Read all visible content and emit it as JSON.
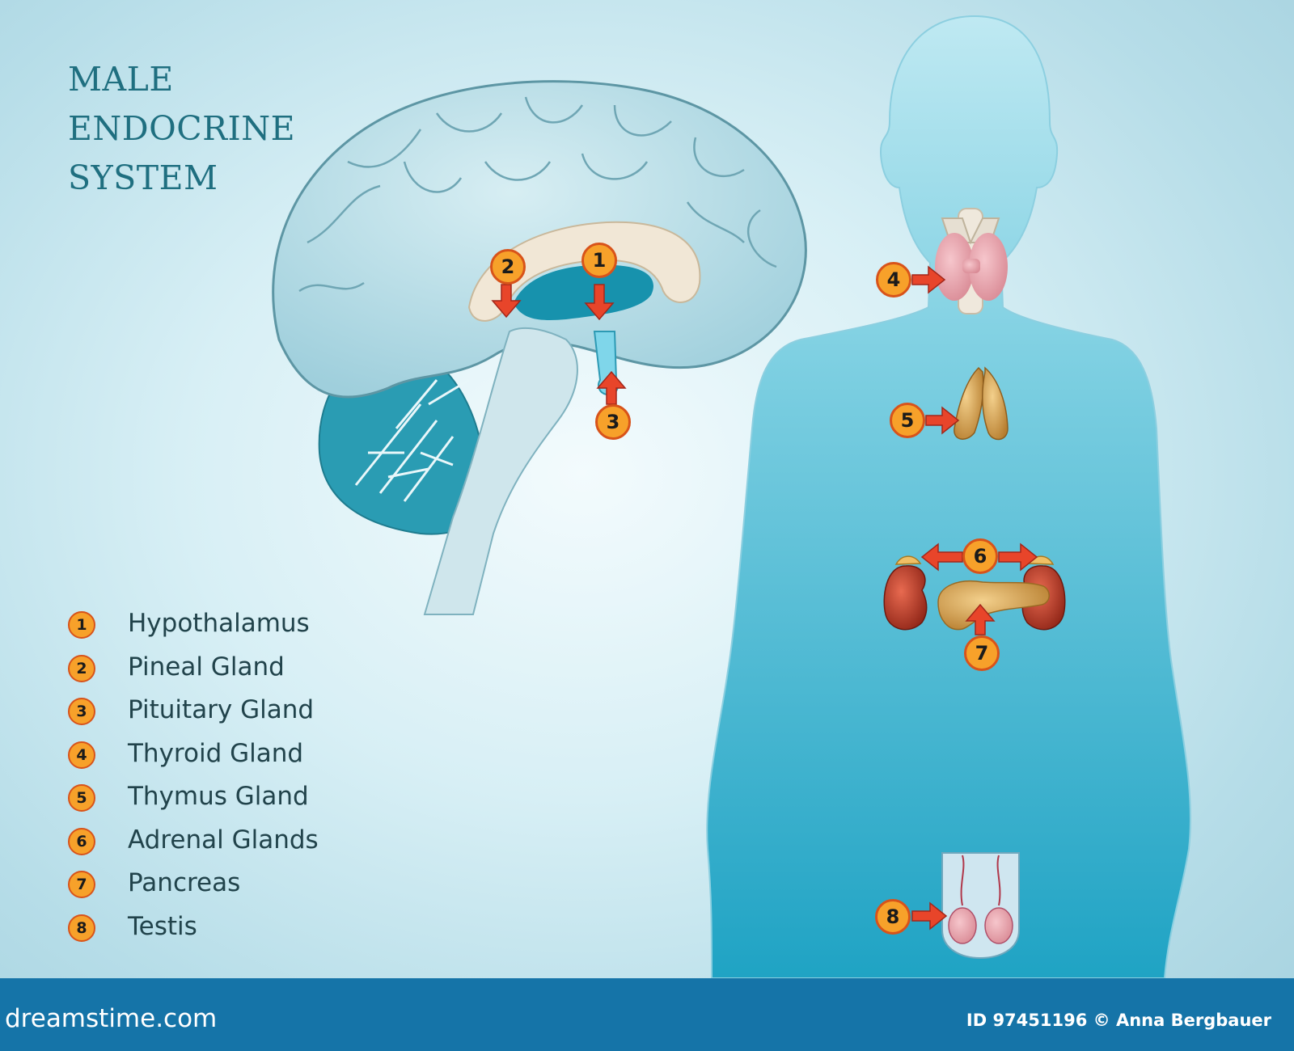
{
  "title": {
    "line1": "MALE",
    "line2": "ENDOCRINE",
    "line3": "SYSTEM"
  },
  "legend": [
    {
      "number": "1",
      "label": "Hypothalamus"
    },
    {
      "number": "2",
      "label": "Pineal Gland"
    },
    {
      "number": "3",
      "label": "Pituitary Gland"
    },
    {
      "number": "4",
      "label": "Thyroid Gland"
    },
    {
      "number": "5",
      "label": "Thymus Gland"
    },
    {
      "number": "6",
      "label": "Adrenal Glands"
    },
    {
      "number": "7",
      "label": "Pancreas"
    },
    {
      "number": "8",
      "label": "Testis"
    }
  ],
  "markers": {
    "m1": "1",
    "m2": "2",
    "m3": "3",
    "m4": "4",
    "m5": "5",
    "m6": "6",
    "m7": "7",
    "m8": "8"
  },
  "footer": {
    "site": "dreamstime.com",
    "credit": "ID 97451196 © Anna Bergbauer"
  },
  "colors": {
    "accent": "#1f6f80",
    "marker_fill": "#f7a12a",
    "marker_border": "#d8531a",
    "arrow": "#e8452a",
    "footer_bar": "#1574a8",
    "body": "#3fb3cf"
  }
}
